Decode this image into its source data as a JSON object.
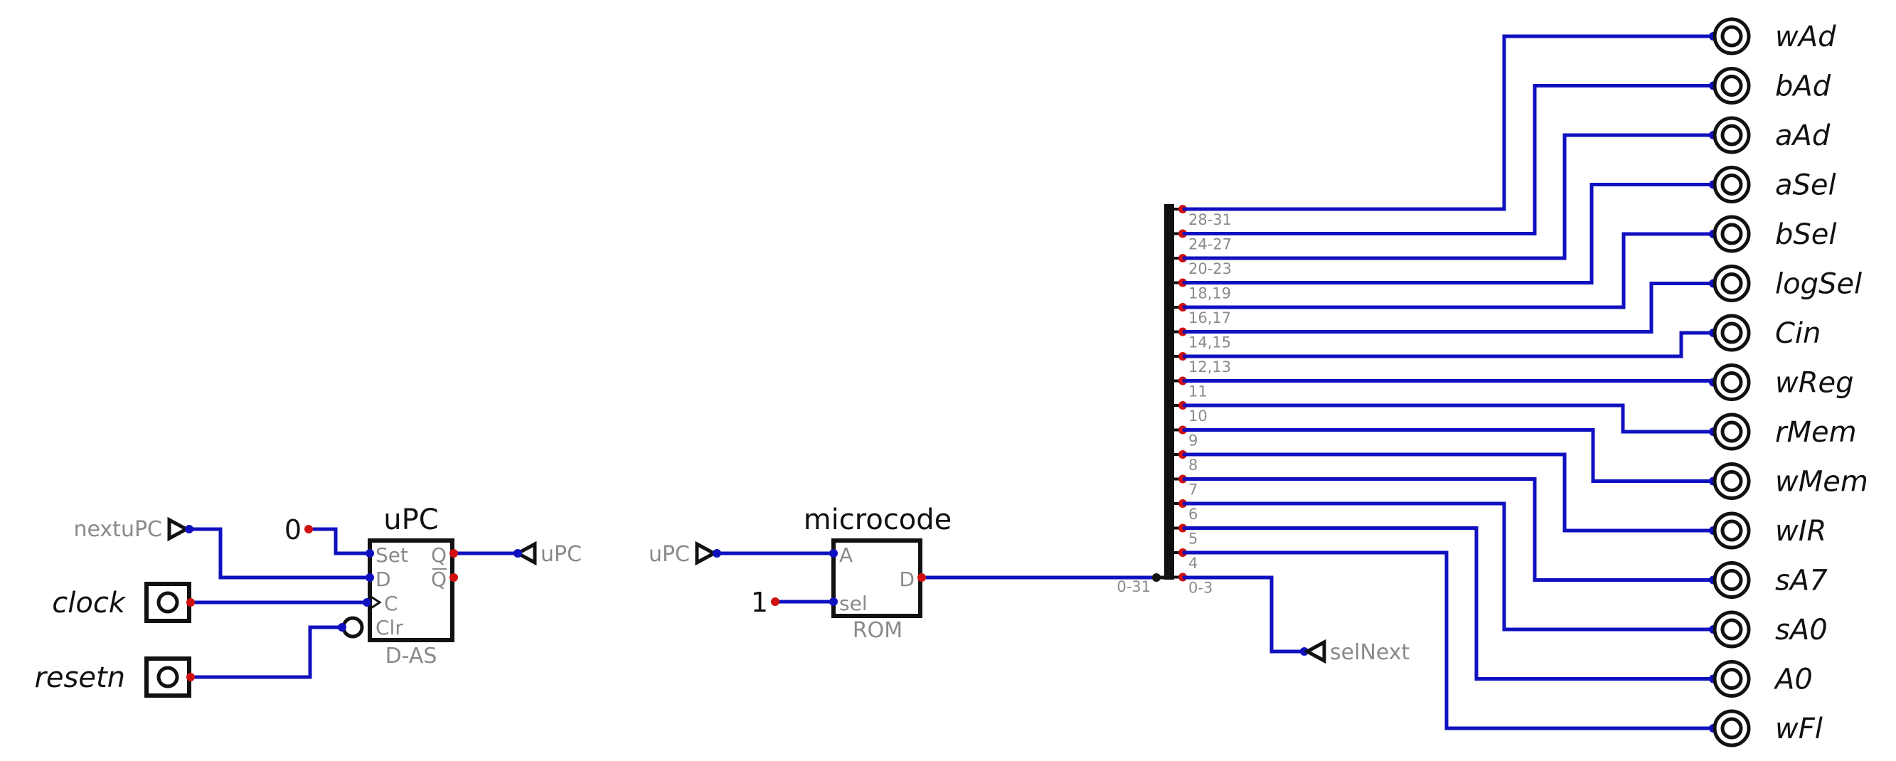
{
  "inputs": {
    "nextuPC_tunnel": "nextuPC",
    "clock_pin": "clock",
    "resetn_pin": "resetn"
  },
  "register": {
    "title": "uPC",
    "type_label": "D-AS",
    "const_set": "0",
    "ports": {
      "set": "Set",
      "d": "D",
      "c": "C",
      "clr": "Clr",
      "q": "Q",
      "qbar": "Q"
    },
    "out_tunnel": "uPC"
  },
  "rom": {
    "title": "microcode",
    "type_label": "ROM",
    "in_tunnel": "uPC",
    "const_sel": "1",
    "ports": {
      "a": "A",
      "sel": "sel",
      "d": "D"
    }
  },
  "splitter": {
    "input_range": "0-31",
    "ranges": [
      "28-31",
      "24-27",
      "20-23",
      "18,19",
      "16,17",
      "14,15",
      "12,13",
      "11",
      "10",
      "9",
      "8",
      "7",
      "6",
      "5",
      "4",
      "0-3"
    ],
    "selnext_tunnel": "selNext"
  },
  "outputs": [
    "wAd",
    "bAd",
    "aAd",
    "aSel",
    "bSel",
    "logSel",
    "Cin",
    "wReg",
    "rMem",
    "wMem",
    "wIR",
    "sA7",
    "sA0",
    "A0",
    "wFl"
  ],
  "colors": {
    "wire": "#1010c0",
    "pin_out": "#d01010",
    "label_grey": "#8a8a8a"
  }
}
